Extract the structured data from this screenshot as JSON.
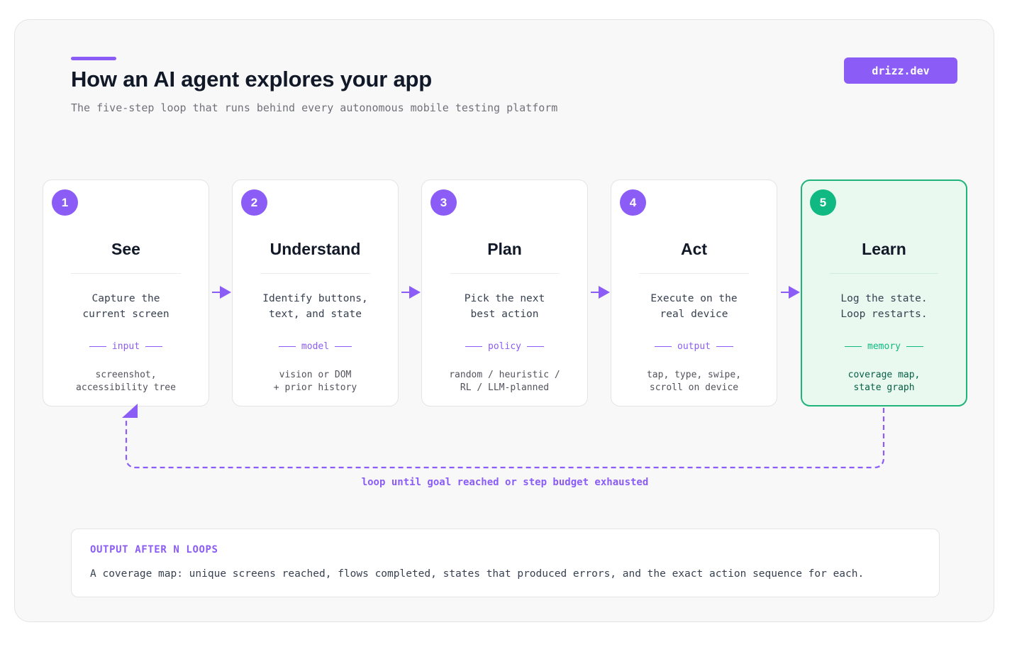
{
  "header": {
    "title": "How an AI agent explores your app",
    "subtitle": "The five-step loop that runs behind every autonomous mobile testing platform",
    "brand": "drizz.dev"
  },
  "steps": [
    {
      "number": "1",
      "title": "See",
      "desc_line1": "Capture the",
      "desc_line2": "current screen",
      "tag": "input",
      "detail_line1": "screenshot,",
      "detail_line2": "accessibility tree"
    },
    {
      "number": "2",
      "title": "Understand",
      "desc_line1": "Identify buttons,",
      "desc_line2": "text, and state",
      "tag": "model",
      "detail_line1": "vision or DOM",
      "detail_line2": "+ prior history"
    },
    {
      "number": "3",
      "title": "Plan",
      "desc_line1": "Pick the next",
      "desc_line2": "best action",
      "tag": "policy",
      "detail_line1": "random / heuristic /",
      "detail_line2": "RL / LLM-planned"
    },
    {
      "number": "4",
      "title": "Act",
      "desc_line1": "Execute on the",
      "desc_line2": "real device",
      "tag": "output",
      "detail_line1": "tap, type, swipe,",
      "detail_line2": "scroll on device"
    },
    {
      "number": "5",
      "title": "Learn",
      "desc_line1": "Log the state.",
      "desc_line2": "Loop restarts.",
      "tag": "memory",
      "detail_line1": "coverage map,",
      "detail_line2": "state graph"
    }
  ],
  "loop": {
    "label": "loop until goal reached or step budget exhausted"
  },
  "output": {
    "title": "OUTPUT AFTER N LOOPS",
    "text": "A coverage map: unique screens reached, flows completed, states that produced errors, and the exact action sequence for each."
  },
  "colors": {
    "accent": "#8b5cf6",
    "success": "#10b981",
    "success_bg": "#e9f9f0",
    "text": "#111827"
  }
}
